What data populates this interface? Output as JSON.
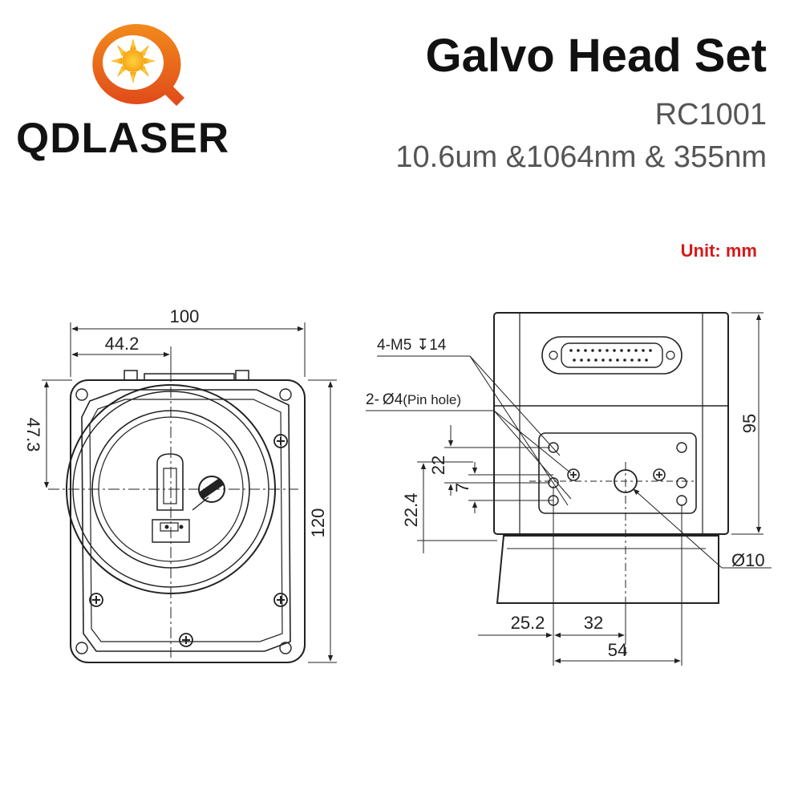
{
  "brand": {
    "name": "QDLASER",
    "accent_color": "#e8541c",
    "sun_color": "#f7b51a"
  },
  "header": {
    "title": "Galvo Head Set",
    "model": "RC1001",
    "wavelengths": "10.6um &1064nm & 355nm"
  },
  "unit_label": "Unit: mm",
  "front_view": {
    "dim_width": "100",
    "dim_center_x": "44.2",
    "dim_center_y": "47.3",
    "dim_height": "120"
  },
  "side_view": {
    "callout_thread": "4-M5",
    "thread_depth_symbol": "↧",
    "thread_depth": "14",
    "callout_pin": "2-",
    "pin_diameter_symbol": "Ø",
    "pin_diameter": "4",
    "pin_note": "(Pin hole)",
    "dim_height": "95",
    "dim_hole_spacing": "22",
    "dim_pin_spacing": "7",
    "dim_offset": "22.4",
    "dim_aperture_symbol": "Ø",
    "dim_aperture": "10",
    "dim_left_offset": "25.2",
    "dim_center_offset": "32",
    "dim_total": "54"
  }
}
